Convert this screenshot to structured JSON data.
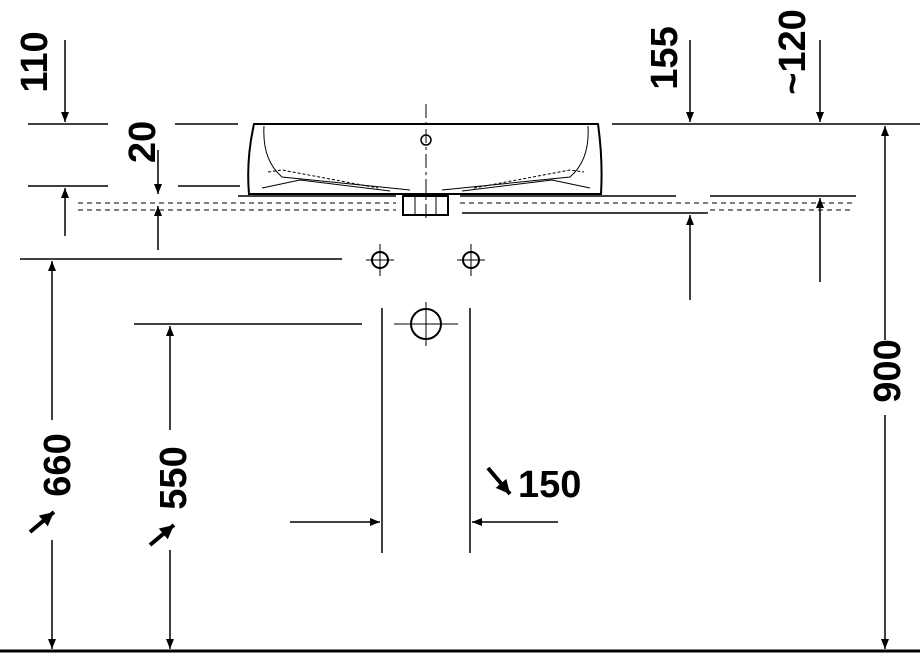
{
  "dimensions": {
    "d110": "110",
    "d20": "20",
    "d155": "155",
    "d120": "~120",
    "d900": "900",
    "d660": "660",
    "d550": "550",
    "d150": "150"
  },
  "colors": {
    "ink": "#000000",
    "background": "#ffffff"
  }
}
